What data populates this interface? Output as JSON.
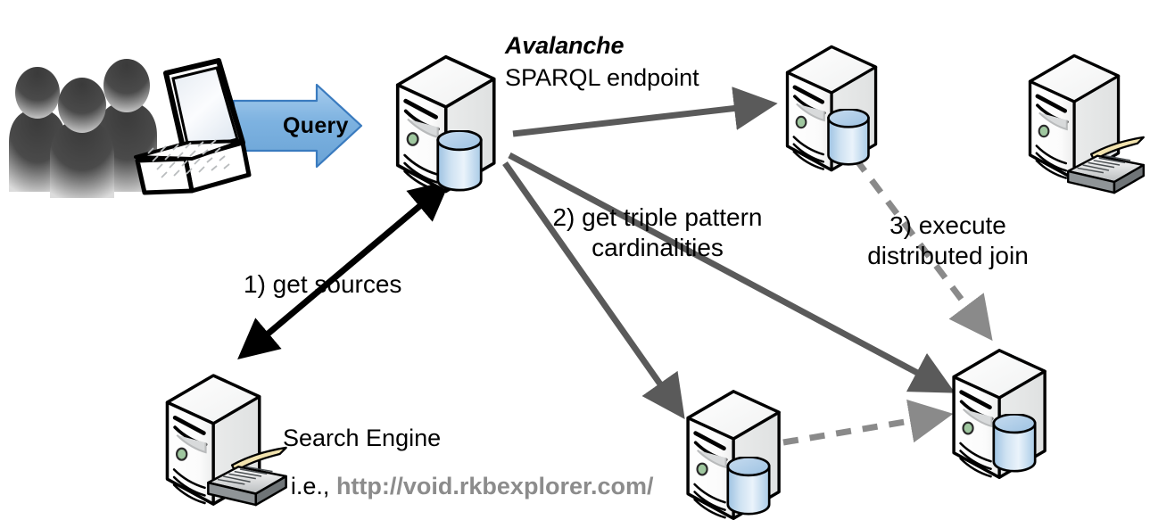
{
  "diagram": {
    "title": "Avalanche SPARQL endpoint architecture",
    "colors": {
      "arrow_gray": "#5a5a5a",
      "arrow_black": "#000000",
      "dashed_gray": "#8c8c8c",
      "query_blue": "#77aadd",
      "query_blue_dark": "#3a7bbf",
      "db_blue": "#b8d2ea",
      "led_green": "#8fbf8f",
      "paper_cream": "#f2e3ae",
      "url_gray": "#8c8c8c",
      "silhouette_dark": "#333333"
    },
    "labels": {
      "avalanche": "Avalanche",
      "sparql_endpoint": "SPARQL endpoint",
      "query_arrow": "Query",
      "step1": "1) get sources",
      "step2_line1": "2) get triple pattern",
      "step2_line2": "cardinalities",
      "step3_line1": "3) execute",
      "step3_line2": "distributed join",
      "search_engine": "Search Engine",
      "search_engine_ie": "i.e.,",
      "search_engine_url": "http://void.rkbexplorer.com/"
    },
    "nodes": [
      {
        "id": "users",
        "name": "users-with-laptop",
        "kind": "people-laptop"
      },
      {
        "id": "avalanche",
        "name": "avalanche-sparql-endpoint-server",
        "kind": "server-db"
      },
      {
        "id": "search-engine",
        "name": "search-engine-server",
        "kind": "server-keyboard"
      },
      {
        "id": "data-source-top",
        "name": "data-source-server-top",
        "kind": "server-db"
      },
      {
        "id": "data-source-top-right",
        "name": "data-source-server-top-right",
        "kind": "server-keyboard"
      },
      {
        "id": "data-source-bottom",
        "name": "data-source-server-bottom",
        "kind": "server-db"
      },
      {
        "id": "data-source-bottom-right",
        "name": "data-source-server-bottom-right",
        "kind": "server-db"
      }
    ],
    "edges": [
      {
        "id": "query",
        "from": "users",
        "to": "avalanche",
        "style": "block-arrow",
        "label": "Query"
      },
      {
        "id": "e1",
        "from": "avalanche",
        "to": "search-engine",
        "style": "solid-black-double",
        "label": "1) get sources"
      },
      {
        "id": "e2a",
        "from": "avalanche",
        "to": "data-source-top",
        "style": "solid-gray",
        "label": ""
      },
      {
        "id": "e2b",
        "from": "avalanche",
        "to": "data-source-bottom",
        "style": "solid-gray",
        "label": "2) get triple pattern cardinalities"
      },
      {
        "id": "e2c",
        "from": "avalanche",
        "to": "data-source-bottom-right",
        "style": "solid-gray",
        "label": ""
      },
      {
        "id": "e3a",
        "from": "data-source-top",
        "to": "data-source-bottom-right",
        "style": "dashed-gray",
        "label": "3) execute distributed join"
      },
      {
        "id": "e3b",
        "from": "data-source-bottom",
        "to": "data-source-bottom-right",
        "style": "dashed-gray",
        "label": ""
      }
    ]
  }
}
